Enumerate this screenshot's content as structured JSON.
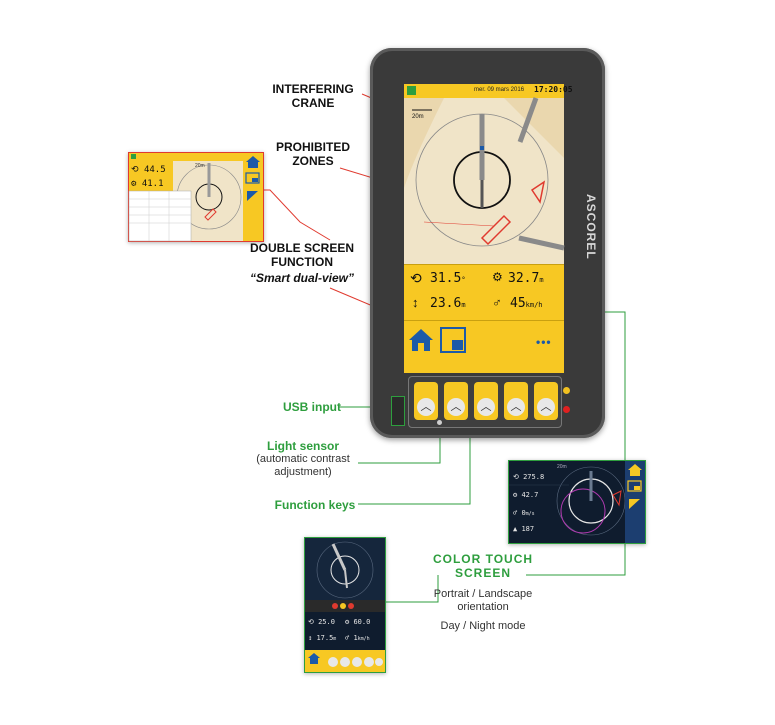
{
  "callouts": {
    "interfering_crane_1": "INTERFERING",
    "interfering_crane_2": "CRANE",
    "prohibited_1": "PROHIBITED",
    "prohibited_2": "ZONES",
    "double_screen_1": "DOUBLE SCREEN",
    "double_screen_2": "FUNCTION",
    "smart_dual_view": "“Smart dual-view”",
    "usb_input": "USB input",
    "light_sensor": "Light sensor",
    "light_sensor_sub1": "(automatic contrast",
    "light_sensor_sub2": "adjustment)",
    "function_keys": "Function keys",
    "color_touch_1": "COLOR TOUCH",
    "color_touch_2": "SCREEN",
    "orientation_1": "Portrait / Landscape",
    "orientation_2": "orientation",
    "day_night": "Day / Night mode"
  },
  "device": {
    "brand": "ASCOREL",
    "datetime": "mer. 09 mars 2016",
    "time": "17:20:05",
    "scale": "20m",
    "slew": "31.5",
    "slew_unit": "°",
    "load": "32.7",
    "load_unit": "m",
    "radius": "23.6",
    "radius_unit": "m",
    "wind": "45",
    "wind_unit": "km/h"
  },
  "thumb_dual": {
    "slew": "44.5",
    "load": "41.1",
    "scale": "20m"
  },
  "thumb_night": {
    "slew": "275.8",
    "load": "42.7",
    "wind": "0",
    "wind_unit": "m/s",
    "other": "187",
    "scale": "20m"
  },
  "thumb_portrait": {
    "slew": "25.0",
    "load": "60.0",
    "radius": "17.5",
    "radius_unit": "m",
    "wind": "1",
    "wind_unit": "km/h"
  },
  "colors": {
    "screen_yellow": "#f7c823",
    "map_beige": "#f0e4c8",
    "green_line": "#2e9e3e",
    "red_line": "#e03a2f",
    "blue_icon": "#1c5aa8"
  }
}
